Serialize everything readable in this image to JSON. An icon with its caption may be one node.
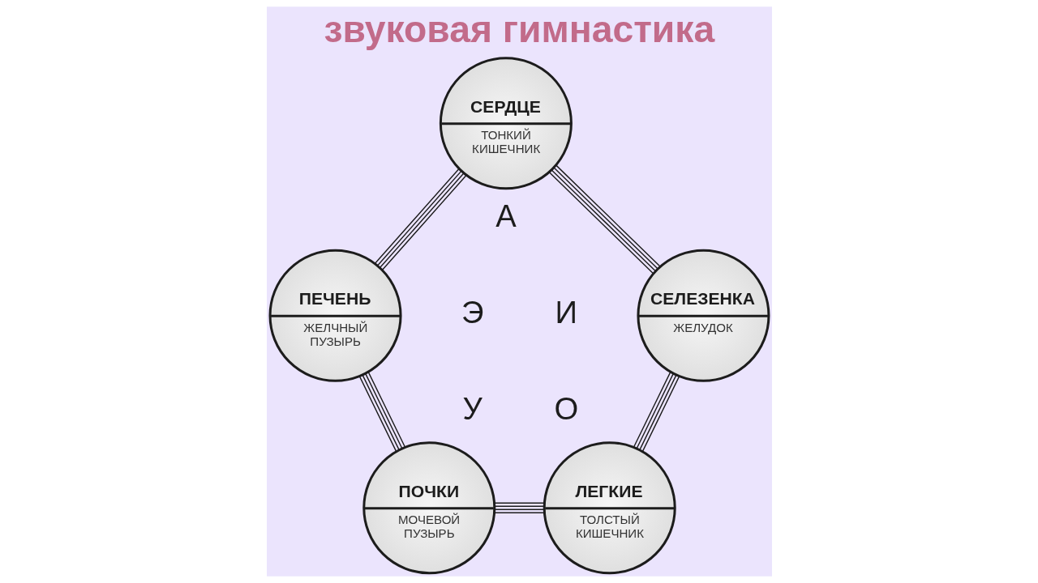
{
  "diagram": {
    "title": "звуковая гимнастика",
    "nodes": [
      {
        "text": [
          "СЕРДЦЕ",
          "ТОНКИЙ КИШЕЧНИК"
        ]
      },
      {
        "text": [
          "ПЕЧЕНЬ",
          "ЖЕЛЧНЫЙ ПУЗЫРЬ"
        ]
      },
      {
        "text": [
          "СЕЛЕЗЕНКА",
          "ЖЕЛУДОК"
        ]
      },
      {
        "text": [
          "ПОЧКИ",
          "МОЧЕВОЙ ПУЗЫРЬ"
        ]
      },
      {
        "text": [
          "ЛЕГКИЕ",
          "ТОЛСТЫЙ КИШЕЧНИК"
        ]
      }
    ],
    "edges": [
      {
        "from": 0,
        "to": 1,
        "arrow": "none"
      },
      {
        "from": 0,
        "to": 2,
        "arrow": "none"
      },
      {
        "from": 1,
        "to": 3,
        "arrow": "none"
      },
      {
        "from": 2,
        "to": 4,
        "arrow": "none"
      },
      {
        "from": 3,
        "to": 4,
        "arrow": "none"
      }
    ],
    "labels": [
      "А",
      "Э",
      "И",
      "У",
      "О"
    ]
  }
}
